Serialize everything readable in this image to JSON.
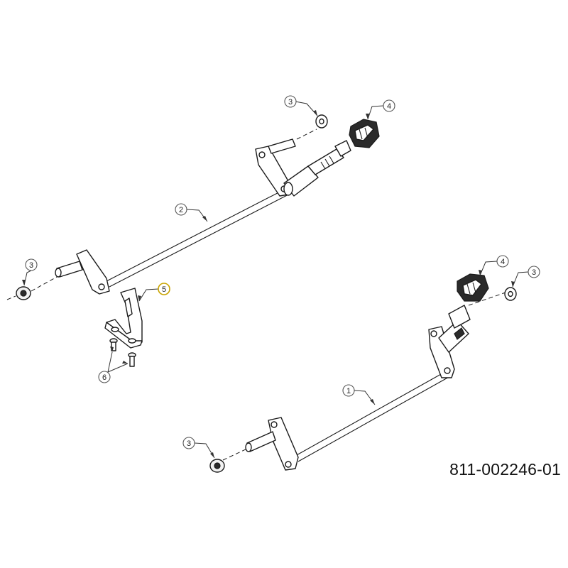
{
  "part_number": "811-002246-01",
  "callouts": [
    {
      "id": "c3-top",
      "label": "3"
    },
    {
      "id": "c4-top",
      "label": "4"
    },
    {
      "id": "c2",
      "label": "2"
    },
    {
      "id": "c3-left",
      "label": "3"
    },
    {
      "id": "c5",
      "label": "5",
      "highlight": true
    },
    {
      "id": "c6",
      "label": "6"
    },
    {
      "id": "c4-right",
      "label": "4"
    },
    {
      "id": "c3-right",
      "label": "3"
    },
    {
      "id": "c1",
      "label": "1"
    },
    {
      "id": "c3-bottom",
      "label": "3"
    }
  ]
}
